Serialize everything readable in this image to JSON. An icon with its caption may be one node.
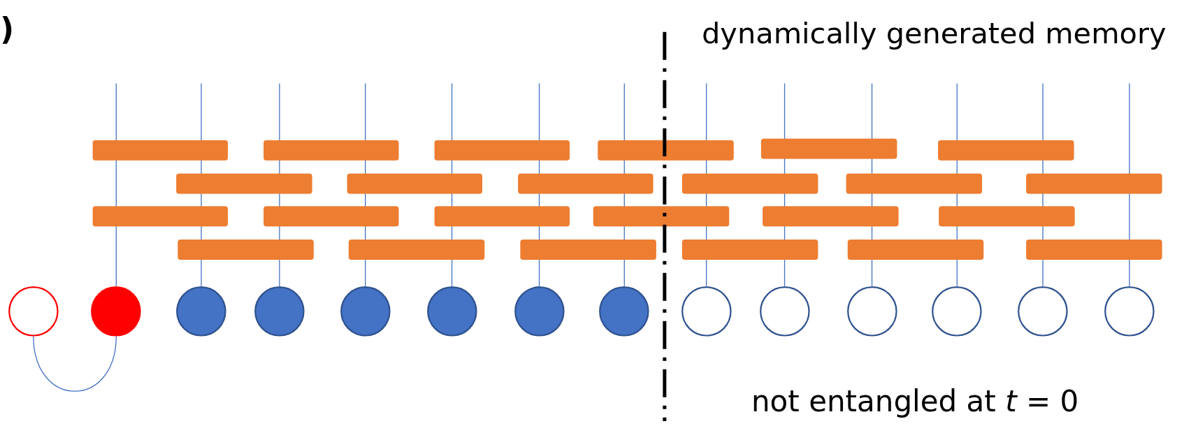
{
  "diagram": {
    "nodes": [
      {
        "text": [],
        "shape": "circle"
      },
      {
        "text": [],
        "shape": "circle"
      },
      {
        "text": [],
        "shape": "circle"
      },
      {
        "text": [],
        "shape": "circle"
      },
      {
        "text": [],
        "shape": "circle"
      },
      {
        "text": [],
        "shape": "circle"
      },
      {
        "text": [],
        "shape": "circle"
      },
      {
        "text": [],
        "shape": "circle"
      },
      {
        "text": [],
        "shape": "circle"
      },
      {
        "text": [],
        "shape": "circle"
      },
      {
        "text": [],
        "shape": "circle"
      },
      {
        "text": [],
        "shape": "circle"
      },
      {
        "text": [],
        "shape": "circle"
      },
      {
        "text": [],
        "shape": "circle"
      }
    ],
    "edges": [
      {
        "from": 0,
        "to": 1,
        "arrow": "none"
      }
    ],
    "labels": [
      ")",
      "dynamically generated memory",
      "not entangled at *t* = 0"
    ]
  }
}
